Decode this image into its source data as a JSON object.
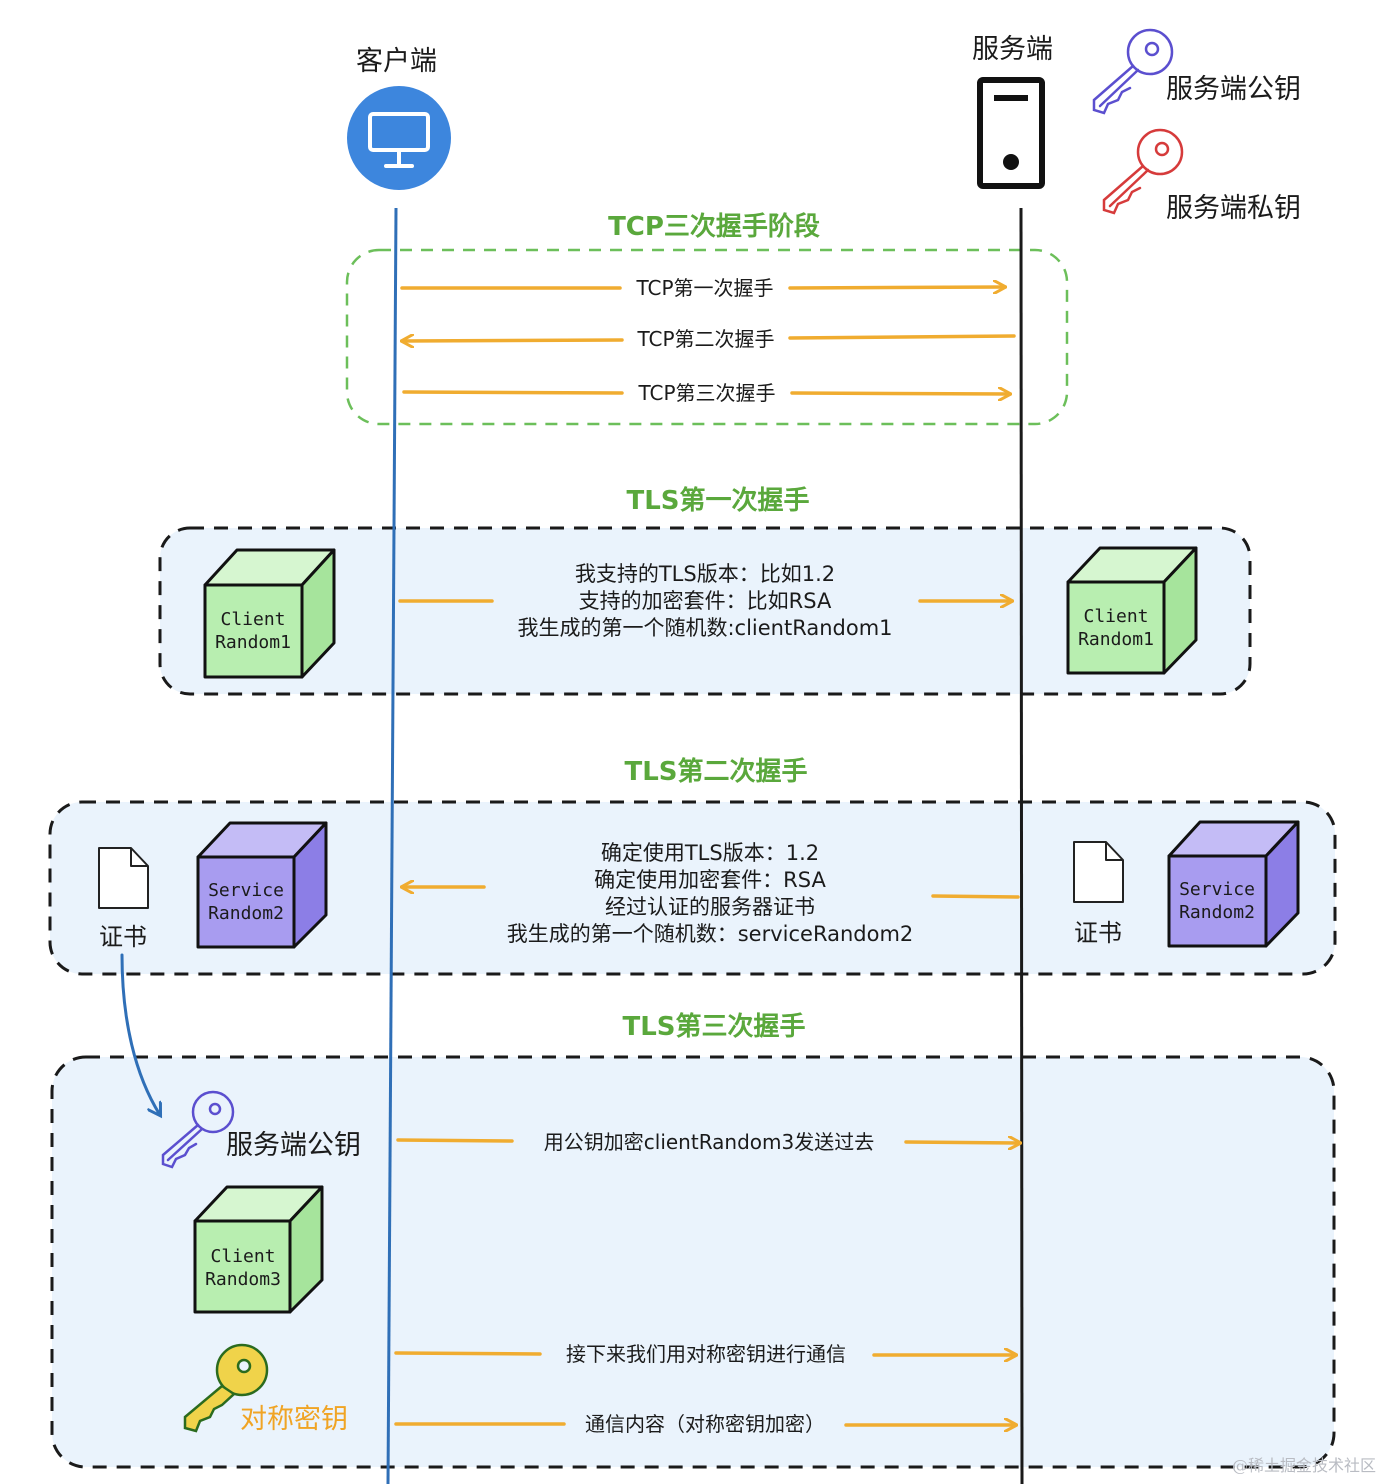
{
  "actors": {
    "client": "客户端",
    "server": "服务端"
  },
  "legend": {
    "public_key": "服务端公钥",
    "private_key": "服务端私钥"
  },
  "colors": {
    "client_line": "#2f6fb7",
    "server_line": "#1a1a1a",
    "arrow": "#f0ac30",
    "phase_title": "#5aa83c",
    "phase_box_fill": "#eaf3fc",
    "cube_green": "#b8eeb0",
    "cube_purple": "#a89cf0",
    "public_key": "#5b4fcf",
    "private_key": "#d63b3b",
    "symmetric_key": "#f0d34a"
  },
  "tcp": {
    "title": "TCP三次握手阶段",
    "msg1": "TCP第一次握手",
    "msg2": "TCP第二次握手",
    "msg3": "TCP第三次握手"
  },
  "tls1": {
    "title": "TLS第一次握手",
    "lines": [
      "我支持的TLS版本：比如1.2",
      "支持的加密套件：比如RSA",
      "我生成的第一个随机数:clientRandom1"
    ],
    "cube_client": [
      "Client",
      "Random1"
    ],
    "cube_server": [
      "Client",
      "Random1"
    ]
  },
  "tls2": {
    "title": "TLS第二次握手",
    "lines": [
      "确定使用TLS版本：1.2",
      "确定使用加密套件：RSA",
      "经过认证的服务器证书",
      "我生成的第一个随机数：serviceRandom2"
    ],
    "cert_client": "证书",
    "cert_server": "证书",
    "cube_client": [
      "Service",
      "Random2"
    ],
    "cube_server": [
      "Service",
      "Random2"
    ]
  },
  "tls3": {
    "title": "TLS第三次握手",
    "public_key": "服务端公钥",
    "cube": [
      "Client",
      "Random3"
    ],
    "symmetric_key": "对称密钥",
    "msg1": "用公钥加密clientRandom3发送过去",
    "msg2": "接下来我们用对称密钥进行通信",
    "msg3": "通信内容（对称密钥加密）"
  },
  "watermark": "@稀土掘金技术社区"
}
